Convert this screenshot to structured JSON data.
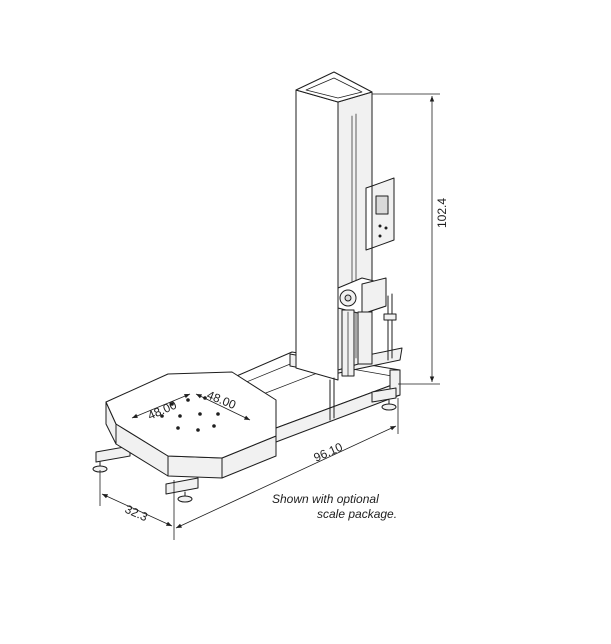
{
  "dimensions": {
    "height": "102.4",
    "length": "96.10",
    "width": "32.3",
    "turntable_a": "48.00",
    "turntable_b": "48.00"
  },
  "note": {
    "line1": "Shown with optional",
    "line2": "scale package."
  }
}
